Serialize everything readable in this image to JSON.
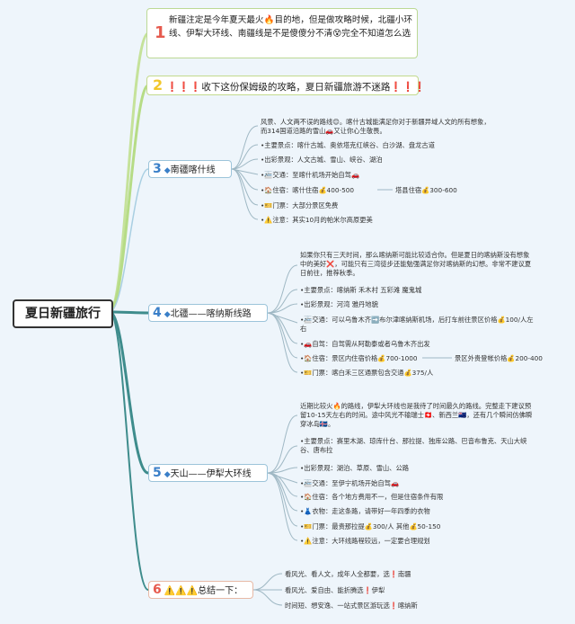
{
  "root": {
    "title": "夏日新疆旅行"
  },
  "colors": {
    "background": "#eef5fb",
    "link_green": "#b6dc86",
    "link_teal": "#3e8c8c",
    "number_red": "#e65a4e",
    "number_blue": "#3a7fc8"
  },
  "branch1": {
    "number": "1",
    "text": "新疆注定是今年夏天最火🔥目的地，但是做攻略时候，北疆小环线、伊犁大环线、南疆线是不是傻傻分不清😵完全不知道怎么选"
  },
  "branch2": {
    "number": "2",
    "bang_left": "❗❗❗",
    "text": "收下这份保姆级的攻略，夏日新疆旅游不迷路",
    "bang_right": "❗❗❗"
  },
  "branch3": {
    "number": "3",
    "label": "南疆喀什线",
    "intro1": "风景、人文两不误的路线😊。喀什古城能满足你对于新疆异域人文的所有想象，",
    "intro2": "而314国道沿路的雪山🚗又让你心生敬畏。",
    "spots": "•主要景点：喀什古城、奥依塔克红峡谷、白沙湖、盘龙古道",
    "scenery": "•出彩景观：人文古城、雪山、峡谷、湖泊",
    "traffic": "•🚈交通：至喀什机场开始自驾🚗",
    "stay": "•🏠住宿：喀什住宿💰400-500",
    "stay_extra": "塔县住宿💰300-600",
    "ticket": "•🎫门票：大部分景区免费",
    "note": "•⚠️注意：其实10月的帕米尔高原更美"
  },
  "branch4": {
    "number": "4",
    "label": "北疆——喀纳斯线路",
    "intro1": "如果你只有三天时间，那么喀纳斯可能比较适合你。但是夏日的喀纳斯没有想象",
    "intro2": "中的美好❌，可能只有三湾徒步还能勉强满足你对喀纳斯的幻想。非常不建议夏",
    "intro3": "日前往，推荐秋季。",
    "spots": "•主要景点：喀纳斯 禾木村 五彩滩 魔鬼城",
    "scenery": "•出彩景观：河湾 雅丹地貌",
    "traffic1": "•🚈交通：可以乌鲁木齐➡️布尔津喀纳斯机场，后打车前往景区价格💰100/人左",
    "traffic2": "右",
    "drive": "•🚗自驾：自驾需从阿勒泰或者乌鲁木齐出发",
    "stay": "•🏠住宿：景区内住宿价格💰700-1000",
    "stay_extra": "景区外贵登帐价格💰200-400",
    "ticket": "•🎫门票：喀白禾三区通票包含交通💰375/人"
  },
  "branch5": {
    "number": "5",
    "label": "天山——伊犁大环线",
    "intro1": "近期比较火🔥的路线，伊犁大环线也是我待了时间最久的路线。完整走下建议预",
    "intro2": "留10-15天左右的时间。途中风光不输瑞士🇨🇭、新西兰🇳🇿，还有几个瞬间仿佛瞬",
    "intro3": "穿冰岛🇮🇸。",
    "spots1": "•主要景点：赛里木湖、琼库什台、那拉提、独库公路、巴音布鲁克、天山大峡",
    "spots2": "谷、唐布拉",
    "scenery": "•出彩景观：湖泊、草原、雪山、公路",
    "traffic": "•🚈交通：至伊宁机场开始自驾🚗",
    "stay": "•🏠住宿：各个地方费用不一，但是住宿条件有限",
    "clothes": "•👗衣物：走这条路，请带好一年四季的衣物",
    "ticket": "•🎫门票：最贵那拉提💰300/人 其他💰50-150",
    "note": "•⚠️注意：大环线路程较远，一定要合理规划"
  },
  "branch6": {
    "number": "6",
    "warns": "⚠️⚠️⚠️",
    "label": "总结一下：",
    "line1": "看风光、看人文，成年人全都要，选❗南疆",
    "line2": "看风光、爱自由、能折腾选❗伊犁",
    "line3": "时间短、想安逸、一站式景区游玩选❗喀纳斯"
  }
}
